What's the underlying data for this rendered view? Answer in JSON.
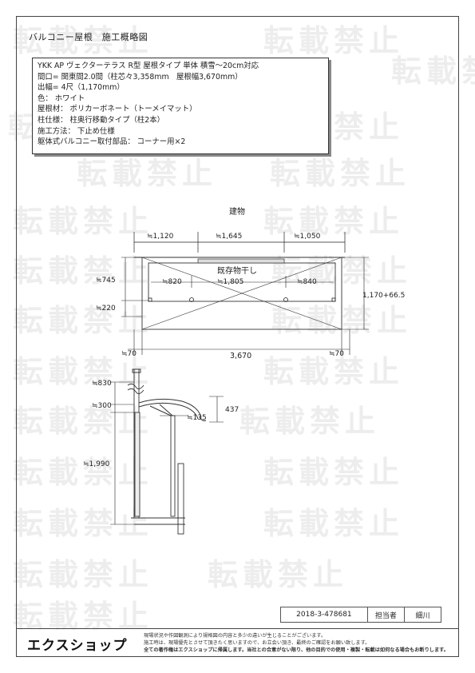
{
  "page_title": "バルコニー屋根　施工概略図",
  "spec_lines": [
    "YKK AP ヴェクターテラス R型 屋根タイプ 単体 積雪〜20cm対応",
    "間口= 関東間2.0間（柱芯々3,358mm　屋根幅3,670mm）",
    "出幅= 4尺（1,170mm）",
    "色： ホワイト",
    "屋根材： ポリカーボネート（トーメイマット）",
    "柱仕様： 柱奥行移動タイプ（柱2本）",
    "施工方法： 下止め仕様",
    "躯体式バルコニー取付部品： コーナー用×2"
  ],
  "plan": {
    "building_label": "建物",
    "existing_label": "既存物干し",
    "dims_top": [
      "≒1,120",
      "≒1,645",
      "≒1,050"
    ],
    "dims_inner": [
      "≒820",
      "≒1,805",
      "≒840"
    ],
    "dim_left_upper": "≒745",
    "dim_left_lower": "≒220",
    "dim_right": "1,170+66.5",
    "dim_bottom": "3,670",
    "dim_bottom_left": "≒70",
    "dim_bottom_right": "≒70"
  },
  "section": {
    "dim_830": "≒830",
    "dim_300": "≒300",
    "dim_135": "≒135",
    "dim_437": "437",
    "dim_1990": "≒1,990"
  },
  "watermark": "転載禁止",
  "stamp": {
    "number": "2018-3-478681",
    "label": "担当者",
    "name": "細川"
  },
  "footer": {
    "logo": "エクスショップ",
    "notes": [
      "現場状況や作図観測により規格図の内容と多少の違いが生じることがございます。",
      "施工時は、現場優先とさせて頂きたく思いますので、お立会い頂き、最終のご確認をお願い致します。",
      "全ての著作権はエクスショップに帰属します。当社との合意がない限り、他の目的での使用・複製・転載は如何なる場合もお断りします。"
    ]
  }
}
